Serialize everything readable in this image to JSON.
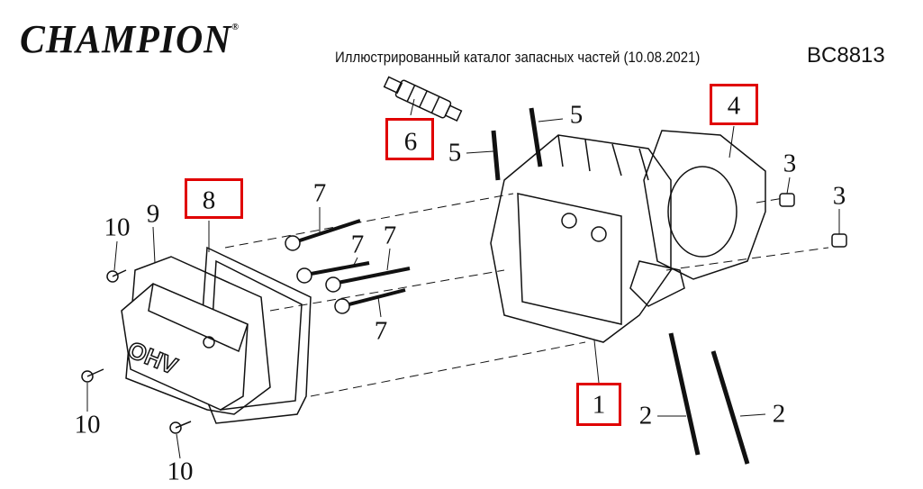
{
  "header": {
    "brand": "CHAMPION",
    "registered_mark": "®",
    "subtitle": "Иллюстрированный каталог запасных частей (10.08.2021)",
    "model": "BC8813"
  },
  "callouts": [
    {
      "number": "6",
      "highlighted": true
    },
    {
      "number": "4",
      "highlighted": true
    },
    {
      "number": "8",
      "highlighted": true
    },
    {
      "number": "1",
      "highlighted": true
    },
    {
      "number": "5",
      "highlighted": false
    },
    {
      "number": "5",
      "highlighted": false
    },
    {
      "number": "3",
      "highlighted": false
    },
    {
      "number": "3",
      "highlighted": false
    },
    {
      "number": "7",
      "highlighted": false
    },
    {
      "number": "7",
      "highlighted": false
    },
    {
      "number": "7",
      "highlighted": false
    },
    {
      "number": "7",
      "highlighted": false
    },
    {
      "number": "9",
      "highlighted": false
    },
    {
      "number": "10",
      "highlighted": false
    },
    {
      "number": "10",
      "highlighted": false
    },
    {
      "number": "10",
      "highlighted": false
    },
    {
      "number": "2",
      "highlighted": false
    },
    {
      "number": "2",
      "highlighted": false
    }
  ],
  "cover_marking": "OHV",
  "colors": {
    "highlight": "#e00000",
    "line": "#111111"
  }
}
